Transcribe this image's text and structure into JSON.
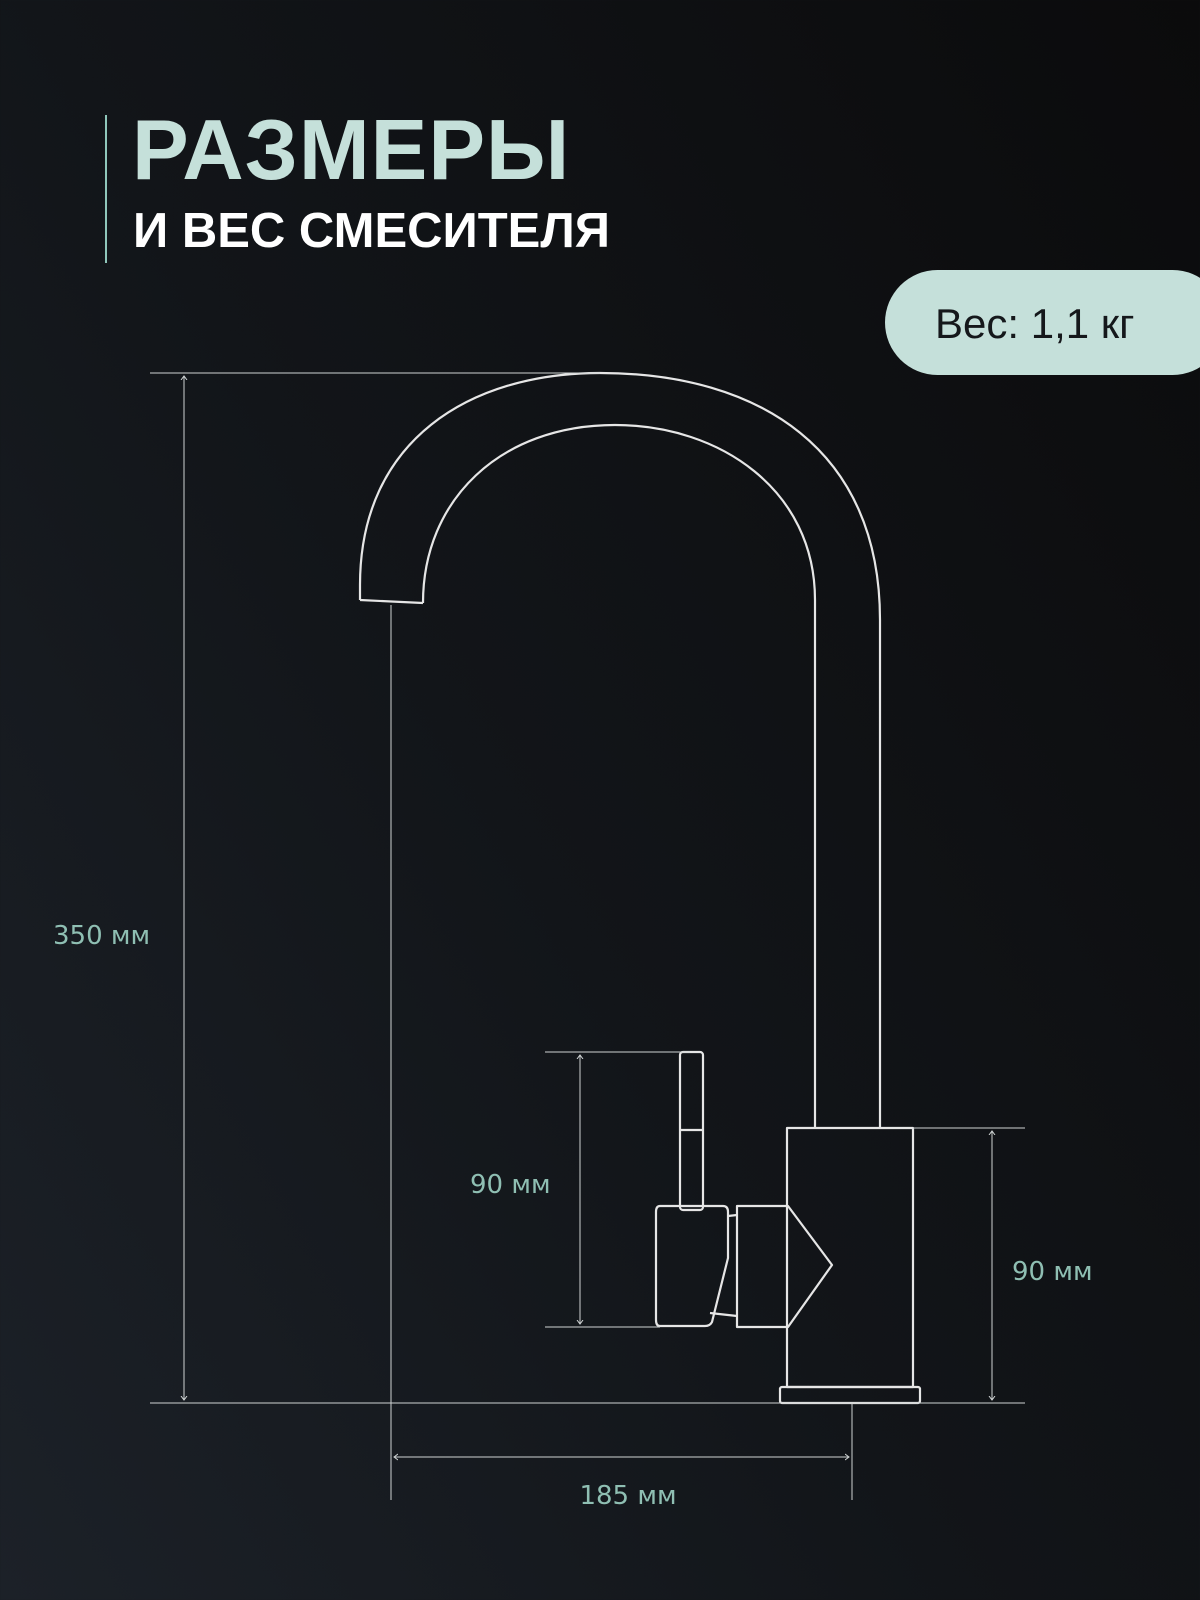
{
  "header": {
    "title": "РАЗМЕРЫ",
    "subtitle": "И ВЕС СМЕСИТЕЛЯ"
  },
  "weight_badge": {
    "label": "Вес: 1,1 кг"
  },
  "dimensions": {
    "total_height": "350 мм",
    "spout_reach": "185 мм",
    "lever_height": "90 мм",
    "body_height": "90 мм"
  },
  "colors": {
    "accent": "#c5e0da",
    "dimension_text": "#8fbfb3",
    "outline": "#e6e6e6"
  }
}
